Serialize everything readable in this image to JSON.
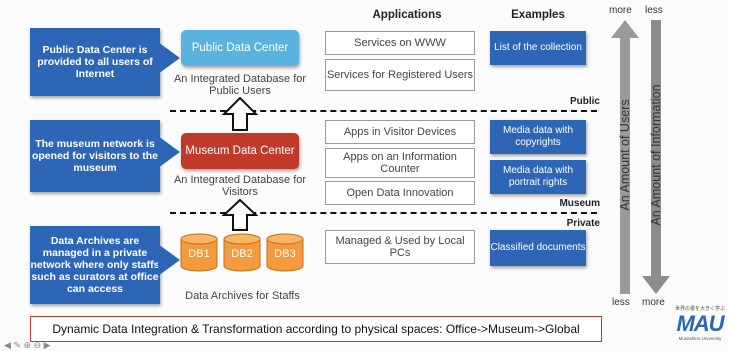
{
  "headers": {
    "applications": "Applications",
    "examples": "Examples"
  },
  "callouts": [
    "Public Data Center is provided to all users of Internet",
    "The museum network is opened for visitors to the museum",
    "Data Archives are managed in a private network where only staffs such as curators at office can access"
  ],
  "centers": {
    "public": {
      "label": "Public Data Center",
      "sub": "An Integrated Database for Public Users"
    },
    "museum": {
      "label": "Museum Data Center",
      "sub": "An Integrated Database for Visitors"
    },
    "archives": {
      "dbs": [
        "DB1",
        "DB2",
        "DB3"
      ],
      "sub": "Data Archives for Staffs"
    }
  },
  "applications": [
    "Services on WWW",
    "Services for Registered Users",
    "Apps in Visitor Devices",
    "Apps on an Information Counter",
    "Open Data Innovation",
    "Managed & Used by Local PCs"
  ],
  "examples": [
    "List of the collection",
    "Media data with copyrights",
    "Media data with portrait rights",
    "Classified documents"
  ],
  "boundaries": {
    "public": "Public",
    "museum": "Museum",
    "private": "Private"
  },
  "axes": {
    "users": {
      "label": "An Amount of Users",
      "top": "more",
      "bottom": "less"
    },
    "information": {
      "label": "An Amount of Information",
      "top": "less",
      "bottom": "more"
    }
  },
  "footer": "Dynamic Data Integration & Transformation according to physical spaces: Office->Museum->Global",
  "logo": {
    "text": "MAU",
    "caption": "世界の書を大きく学ぶ",
    "sub": "Musashino University"
  },
  "colors": {
    "blue": "#2e66b7",
    "cyan": "#5ab2df",
    "red": "#c0392b",
    "orange": "#f39a3c"
  }
}
